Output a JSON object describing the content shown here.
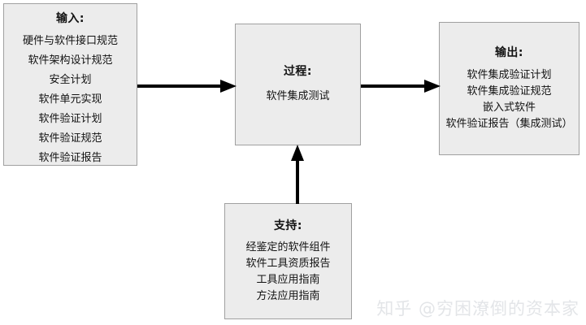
{
  "diagram": {
    "background_color": "#ffffff",
    "box_fill_color": "#ececec",
    "box_border_color": "#a0a0a0",
    "arrow_color": "#000000",
    "nodes": {
      "input": {
        "title": "输入:",
        "lines": [
          "硬件与软件接口规范",
          "软件架构设计规范",
          "安全计划",
          "软件单元实现",
          "软件验证计划",
          "软件验证规范",
          "软件验证报告"
        ]
      },
      "process": {
        "title": "过程:",
        "lines": [
          "软件集成测试"
        ]
      },
      "output": {
        "title": "输出:",
        "lines": [
          "软件集成验证计划",
          "软件集成验证规范",
          "嵌入式软件",
          "软件验证报告（集成测试）"
        ]
      },
      "support": {
        "title": "支持:",
        "lines": [
          "经鉴定的软件组件",
          "软件工具资质报告",
          "工具应用指南",
          "方法应用指南"
        ]
      }
    },
    "connectors": [
      {
        "name": "input-to-process",
        "direction": "right"
      },
      {
        "name": "process-to-output",
        "direction": "right"
      },
      {
        "name": "support-to-process",
        "direction": "up"
      }
    ]
  },
  "watermark": {
    "text": "知乎 @穷困潦倒的资本家",
    "color": "#e3e5e8"
  }
}
